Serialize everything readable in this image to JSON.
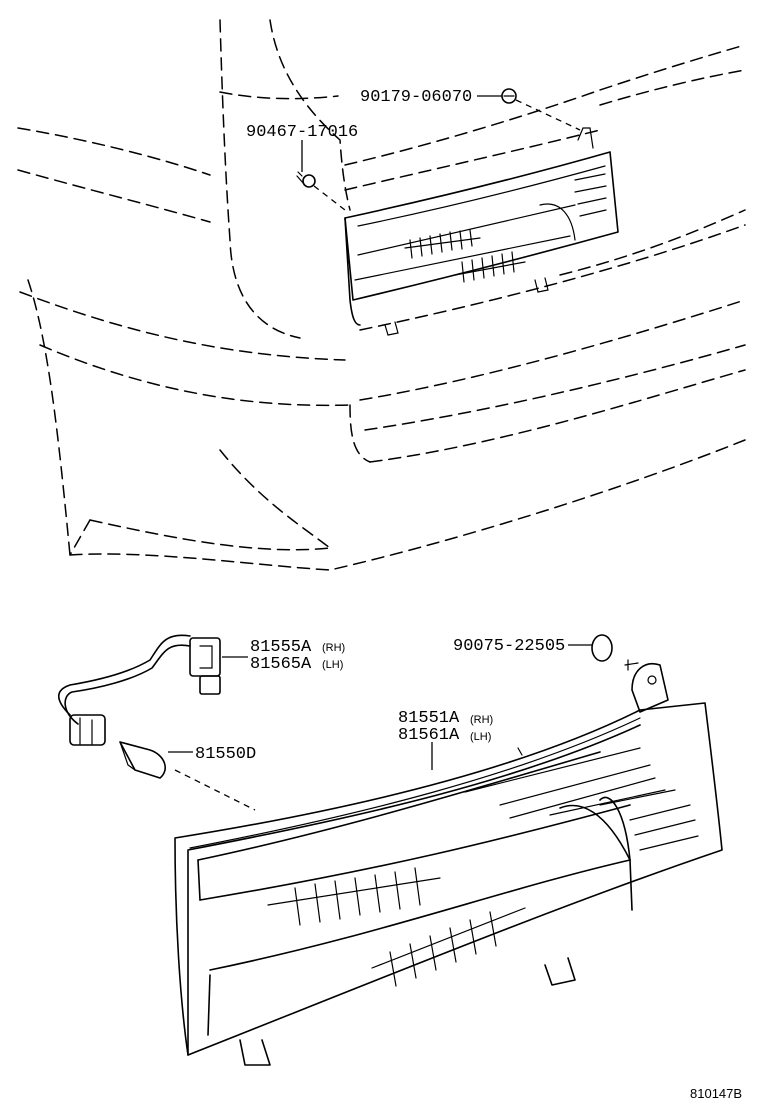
{
  "labels": {
    "clip_top": "90179-06070",
    "screw_top": "90467-17016",
    "socket_rh": "81555A",
    "socket_rh_suffix": "(RH)",
    "socket_lh": "81565A",
    "socket_lh_suffix": "(LH)",
    "nut": "90075-22505",
    "bulb": "81550D",
    "lamp_rh": "81551A",
    "lamp_rh_suffix": "(RH)",
    "lamp_lh": "81561A",
    "lamp_lh_suffix": "(LH)"
  },
  "reference": "810147B"
}
